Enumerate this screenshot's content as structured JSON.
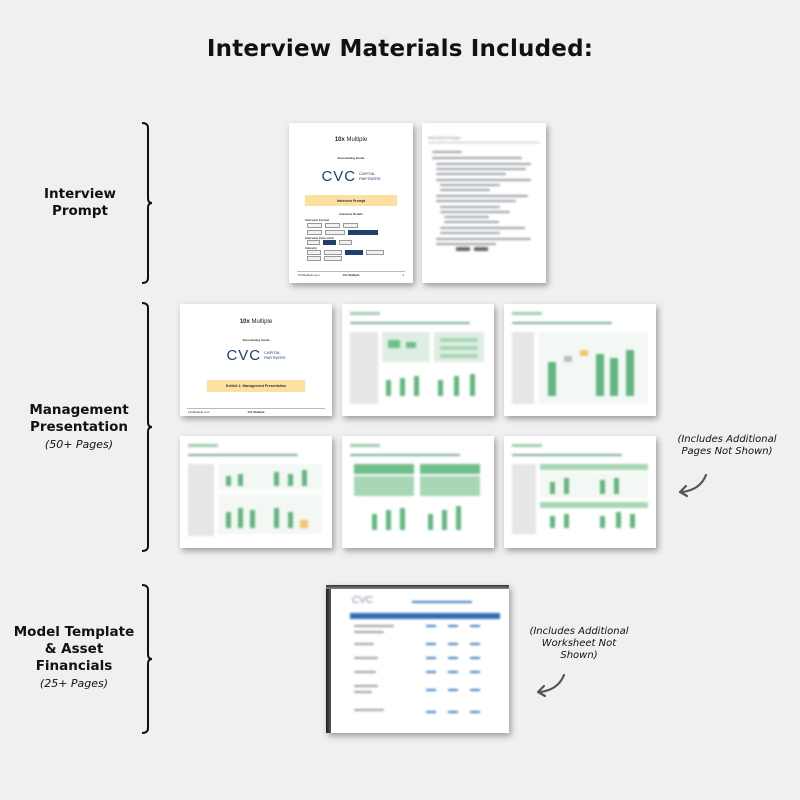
{
  "title": "Interview Materials Included:",
  "sections": {
    "interview_prompt": {
      "label_line1": "Interview",
      "label_line2": "Prompt",
      "cover": {
        "brand_bold": "10x",
        "brand_rest": " Multiple",
        "case_label": "Interviewing Guide",
        "logo_main": "CVC",
        "logo_sub_line1": "CAPITAL",
        "logo_sub_line2": "PARTNERS",
        "banner": "Interview Prompt",
        "details_label": "Interview Details",
        "row_label_1": "Interview Format",
        "row_label_2": "Interview Time Limit",
        "row_label_3": "Industry",
        "footer_left": "10xMultiple.com",
        "footer_brand": "10x Multiple",
        "footer_page": "1"
      },
      "page2_heading": "Interview Prompt"
    },
    "management_presentation": {
      "label_line1": "Management",
      "label_line2": "Presentation",
      "sub": "(50+ Pages)",
      "cover": {
        "brand_bold": "10x",
        "brand_rest": " Multiple",
        "case_label": "Interviewing Guide",
        "logo_main": "CVC",
        "logo_sub_line1": "CAPITAL",
        "logo_sub_line2": "PARTNERS",
        "banner": "Exhibit 1: Management Presentation",
        "footer_left": "10xMultiple.com",
        "footer_brand": "10x Multiple"
      },
      "note_line1": "(Includes Additional",
      "note_line2": "Pages Not Shown)"
    },
    "model_template": {
      "label_line1": "Model Template",
      "label_line2": "& Asset",
      "label_line3": "Financials",
      "sub": "(25+ Pages)",
      "sheet_logo": "CVC",
      "note_line1": "(Includes Additional",
      "note_line2": "Worksheet Not",
      "note_line3": "Shown)"
    }
  },
  "colors": {
    "background": "#f0f0f0",
    "cvc_navy": "#1f3f6e",
    "banner_yellow": "#fbe0a0",
    "green_accent": "#62b57e",
    "sheet_blue": "#2e6fb5"
  }
}
